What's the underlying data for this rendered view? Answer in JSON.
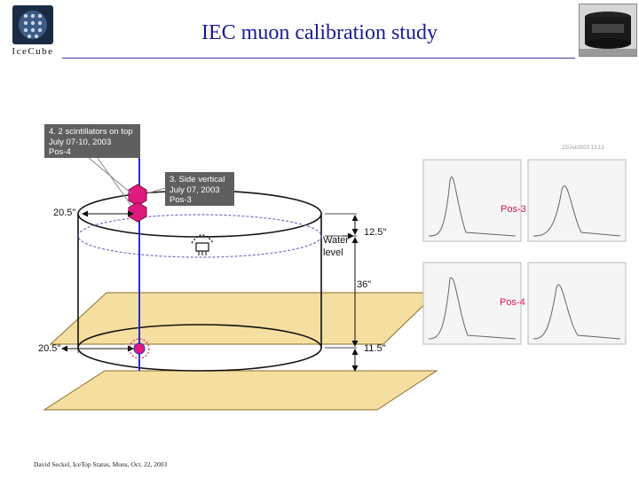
{
  "header": {
    "title": "IEC muon calibration study",
    "logo_text": "IceCube"
  },
  "callouts": {
    "top": {
      "lines": [
        "4. 2 scintillators on top",
        "July 07-10, 2003",
        "Pos-4"
      ]
    },
    "side": {
      "lines": [
        "3. Side vertical",
        "July 07, 2003",
        "Pos-3"
      ]
    }
  },
  "dimensions": {
    "top_left": "20.5\"",
    "bottom_left": "20.5\"",
    "upper_right": "12.5\"",
    "middle_right": "36\"",
    "lower_right": "11.5\""
  },
  "water_level": {
    "line1": "Water",
    "line2": "level"
  },
  "plots": {
    "pos3_label": "Pos-3",
    "pos4_label": "Pos-4",
    "stamp": "22/Jul/2003 13:13"
  },
  "footer": "David Seckel, IceTop Status, Mons, Oct. 22, 2003",
  "colors": {
    "title": "#1a1a99",
    "callout_bg": "#5f5f5f",
    "plane_fill": "#f5dfa0",
    "plane_stroke": "#8a6d2a",
    "muon_line": "#2a2ad0",
    "scintillator": "#e0197d",
    "pos_label": "#d4145a"
  }
}
